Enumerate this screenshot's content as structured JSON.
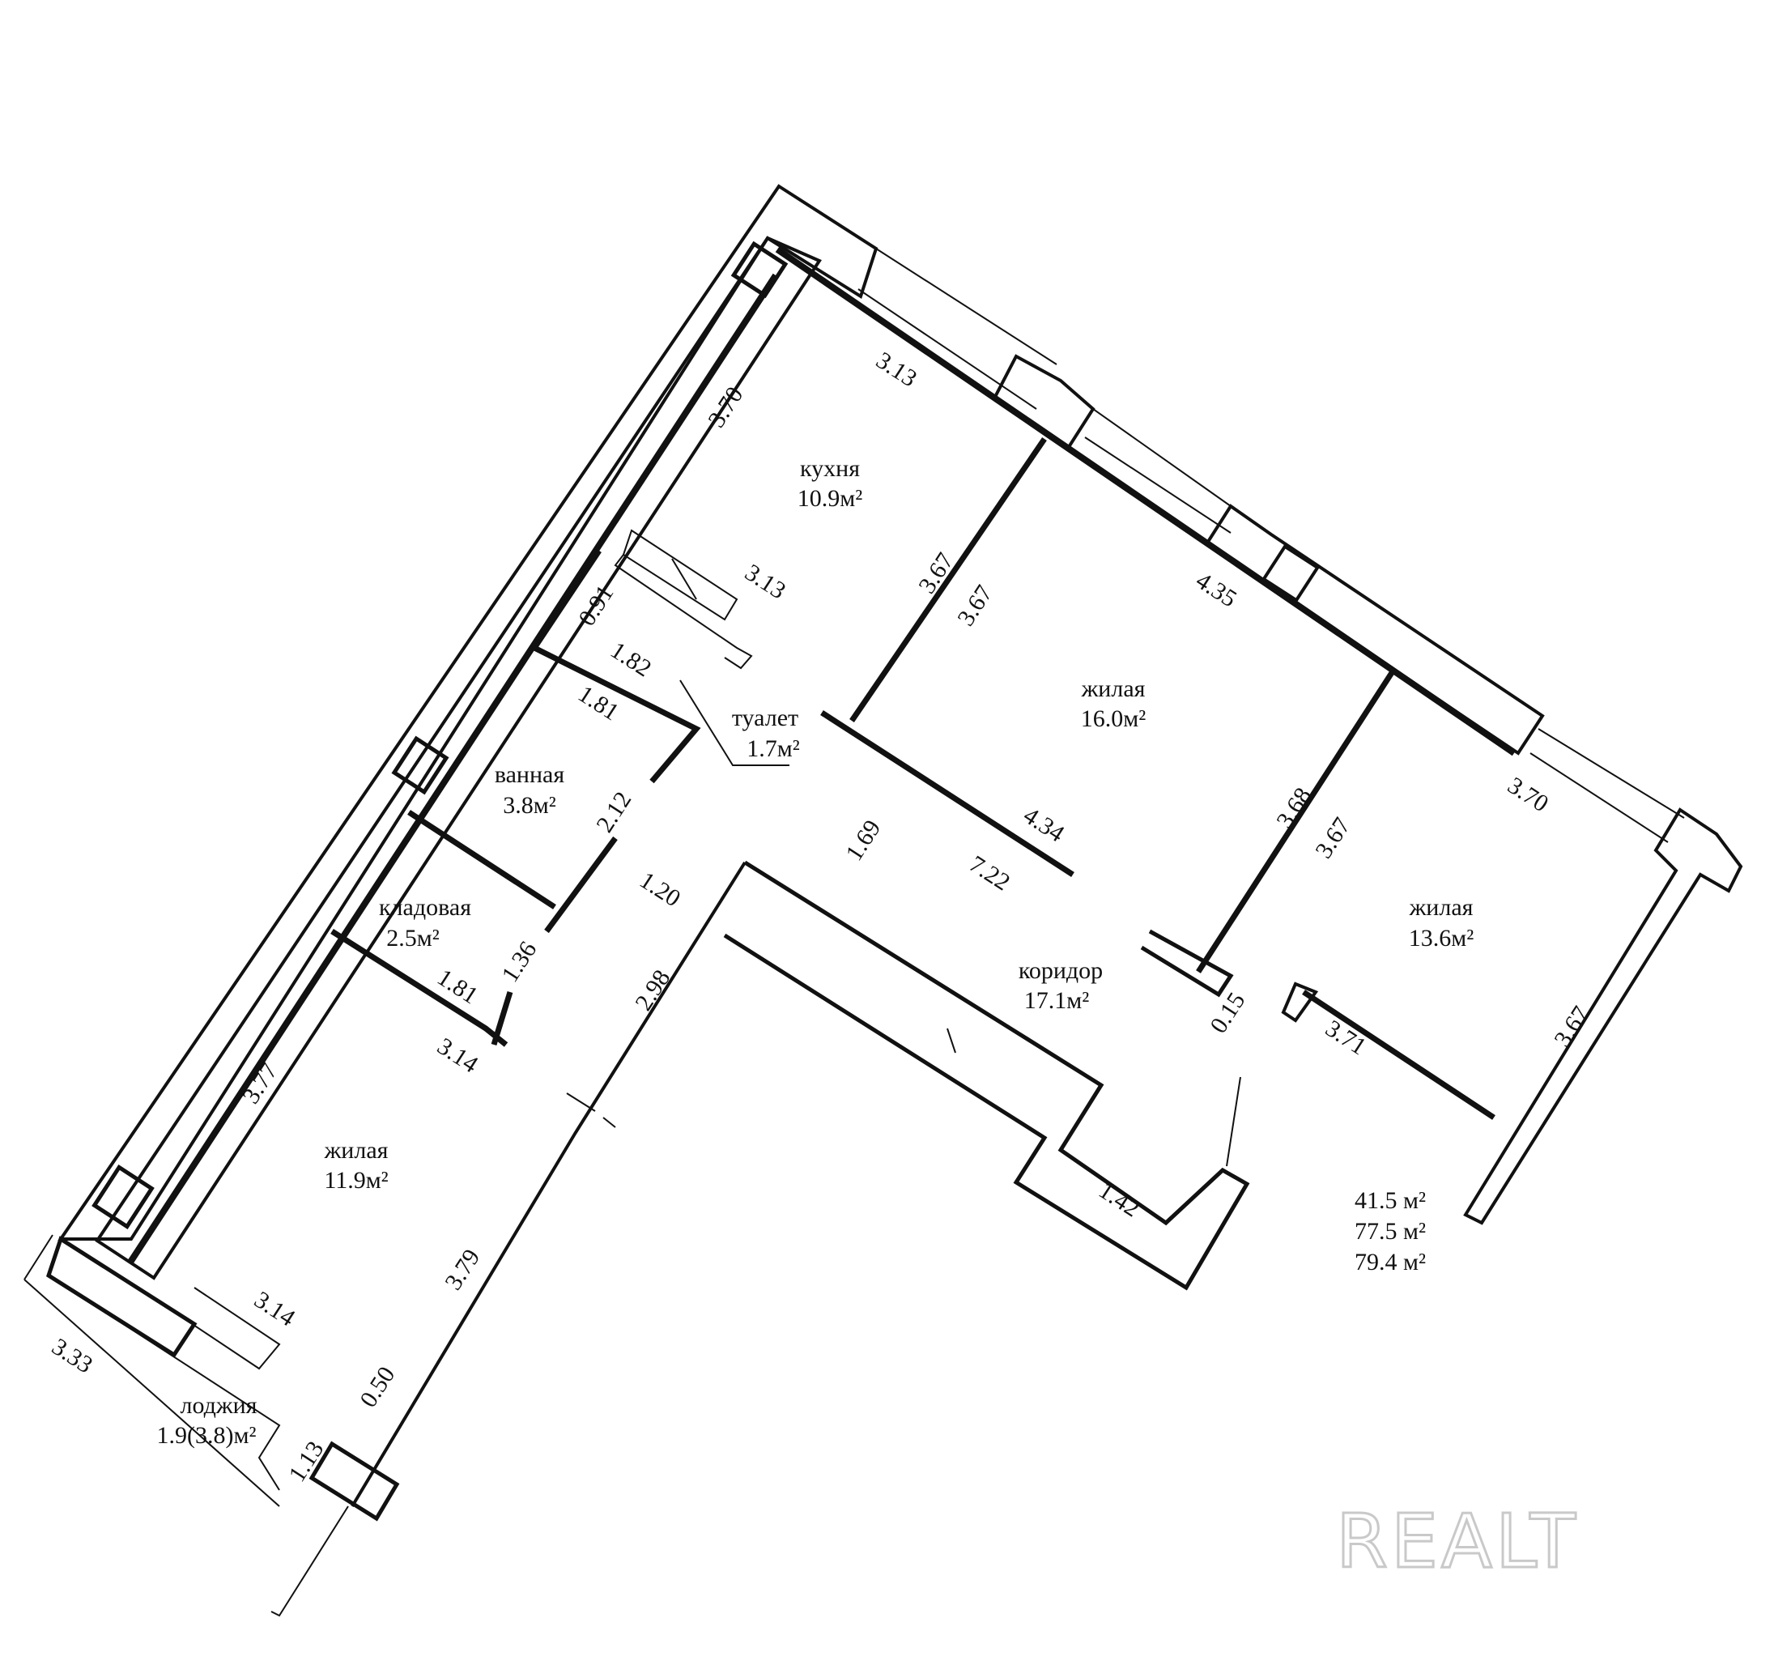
{
  "rooms": {
    "kitchen": {
      "name": "кухня",
      "area": "10.9м²"
    },
    "living_center": {
      "name": "жилая",
      "area": "16.0м²"
    },
    "living_right": {
      "name": "жилая",
      "area": "13.6м²"
    },
    "living_left": {
      "name": "жилая",
      "area": "11.9м²"
    },
    "toilet": {
      "name": "туалет",
      "area": "1.7м²"
    },
    "bathroom": {
      "name": "ванная",
      "area": "3.8м²"
    },
    "storage": {
      "name": "кладовая",
      "area": "2.5м²"
    },
    "corridor": {
      "name": "коридор",
      "area": "17.1м²"
    },
    "loggia": {
      "name": "лоджия",
      "area": "1.9(3.8)м²"
    }
  },
  "dimensions": {
    "d_370_a": "3.70",
    "d_313_a": "3.13",
    "d_313_b": "3.13",
    "d_091": "0.91",
    "d_367_a": "3.67",
    "d_367_b": "3.67",
    "d_435": "4.35",
    "d_182": "1.82",
    "d_181_a": "1.81",
    "d_212": "2.12",
    "d_169": "1.69",
    "d_434": "4.34",
    "d_722": "7.22",
    "d_368": "3.68",
    "d_367_c": "3.67",
    "d_370_b": "3.70",
    "d_120": "1.20",
    "d_136": "1.36",
    "d_181_b": "1.81",
    "d_298": "2.98",
    "d_015": "0.15",
    "d_371": "3.71",
    "d_367_d": "3.67",
    "d_314_a": "3.14",
    "d_377": "3.77",
    "d_379": "3.79",
    "d_142": "1.42",
    "d_314_b": "3.14",
    "d_050": "0.50",
    "d_333": "3.33",
    "d_113": "1.13"
  },
  "totals": {
    "living": "41.5 м²",
    "total": "77.5 м²",
    "total_with_loggia": "79.4 м²"
  },
  "watermark": "REALT"
}
